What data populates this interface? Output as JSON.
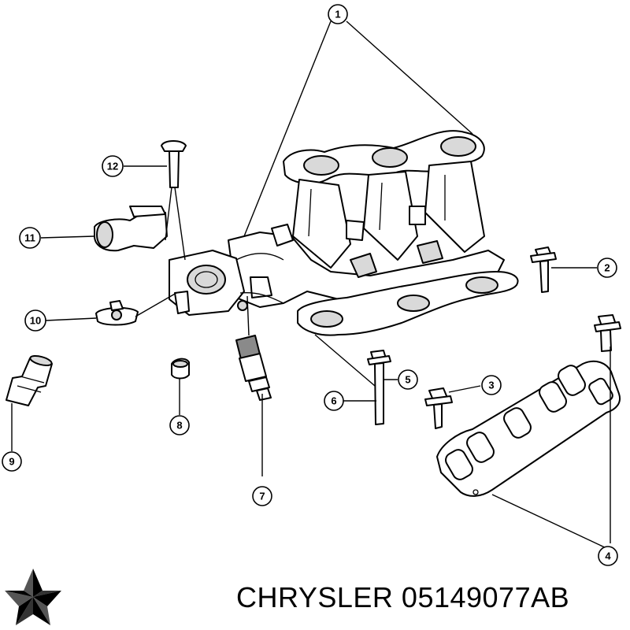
{
  "brand": {
    "name": "CHRYSLER",
    "part_number": "05149077AB"
  },
  "callouts": [
    "1",
    "2",
    "3",
    "4",
    "5",
    "6",
    "7",
    "8",
    "9",
    "10",
    "11",
    "12"
  ]
}
